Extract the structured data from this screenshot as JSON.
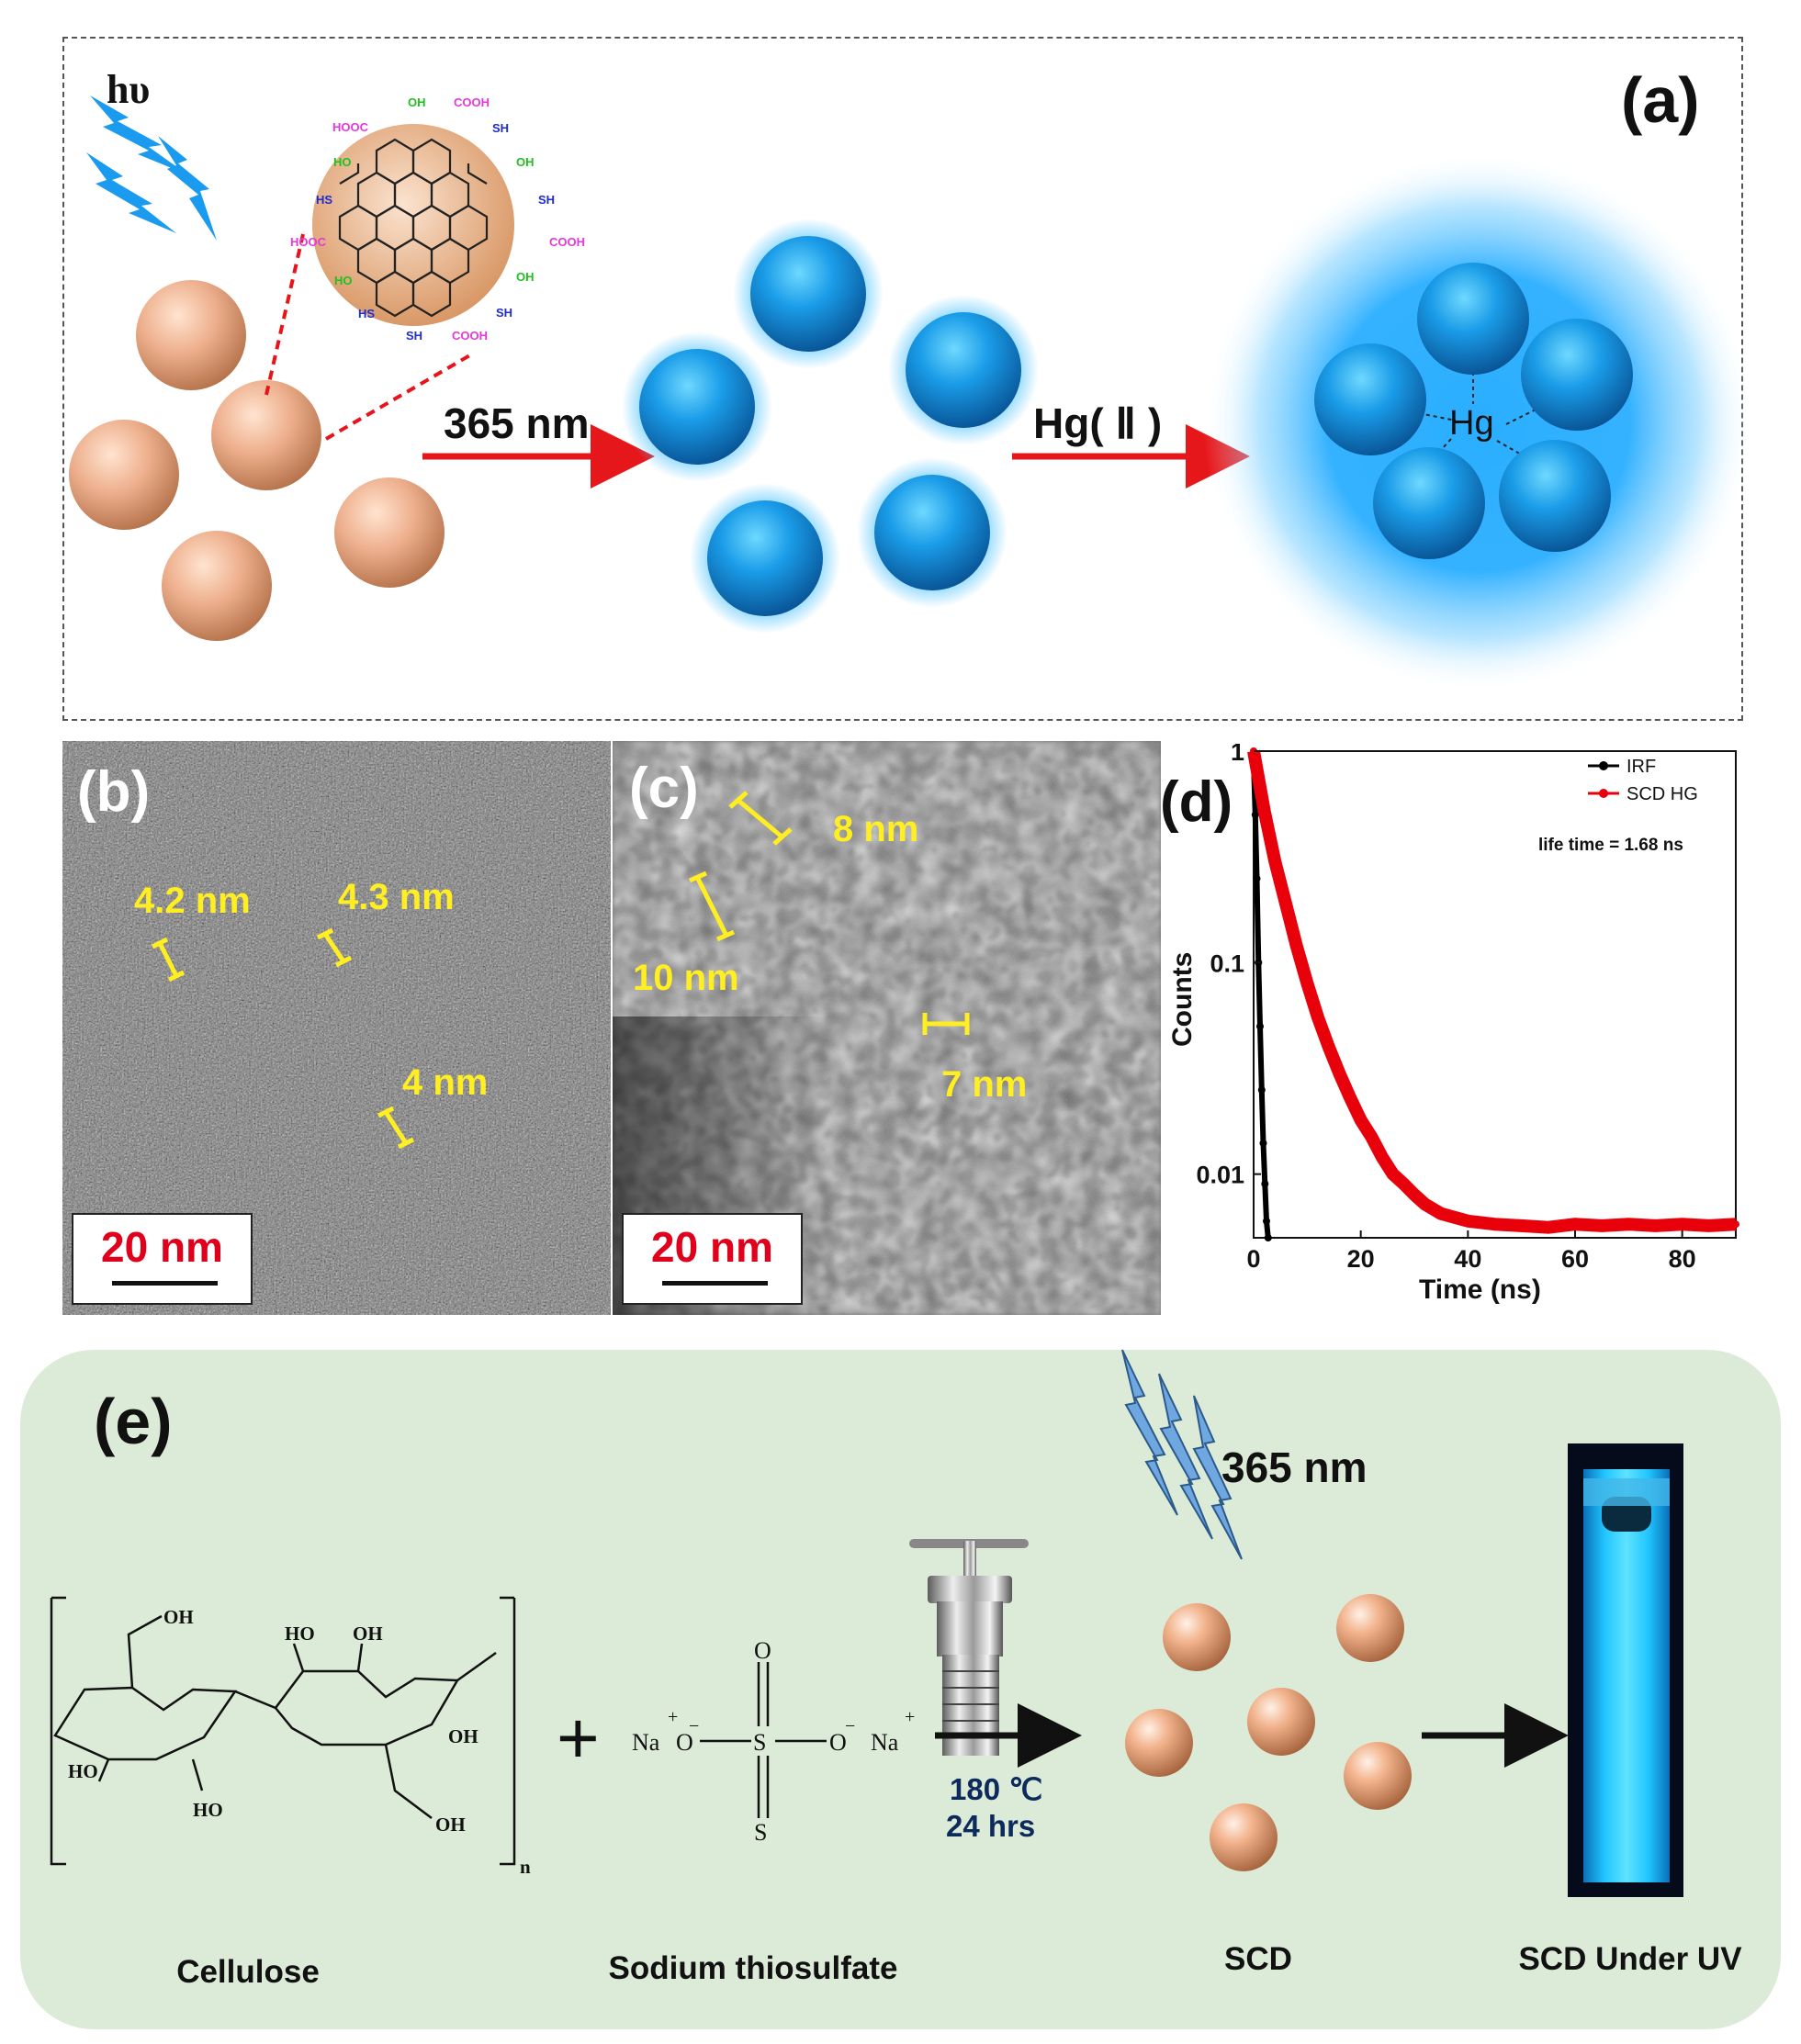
{
  "panel_a": {
    "label": "(a)",
    "light_label": "hυ",
    "step1_label": "365 nm",
    "step2_label": "Hg( Ⅱ )",
    "center_label": "Hg",
    "molecule_groups": [
      "OH",
      "COOH",
      "HOOC",
      "SH",
      "HO",
      "OH",
      "HS",
      "SH",
      "HOOC",
      "COOH",
      "HO",
      "OH",
      "HS",
      "SH",
      "SH",
      "COOH"
    ],
    "colors": {
      "accent_blue": "#1aa3ef",
      "sphere_tan": "#e5a27c",
      "arrow_red": "#e6171b"
    }
  },
  "panel_b": {
    "label": "(b)",
    "annotations": [
      "4.2 nm",
      "4.3 nm",
      "4 nm"
    ],
    "scale_bar": "20 nm"
  },
  "panel_c": {
    "label": "(c)",
    "annotations": [
      "8 nm",
      "10 nm",
      "7 nm"
    ],
    "scale_bar": "20 nm"
  },
  "panel_d": {
    "label": "(d)",
    "lifetime_text": "life time = 1.68 ns"
  },
  "chart_data": {
    "type": "scatter",
    "title": "",
    "xlabel": "Time (ns)",
    "ylabel": "Counts",
    "xlim": [
      0,
      90
    ],
    "ylim": [
      0.005,
      1
    ],
    "yscale": "log",
    "x_ticks": [
      "0",
      "20",
      "40",
      "60",
      "80"
    ],
    "y_ticks": [
      "1",
      "0.1",
      "0.01"
    ],
    "legend_position": "top-right",
    "series": [
      {
        "name": "IRF",
        "color": "#000000",
        "x": [
          0,
          0.3,
          0.6,
          0.9,
          1.2,
          1.5,
          1.8,
          2.1,
          2.4,
          2.7
        ],
        "y": [
          0.9,
          0.5,
          0.25,
          0.1,
          0.05,
          0.025,
          0.014,
          0.009,
          0.006,
          0.005
        ]
      },
      {
        "name": "SCD HG",
        "color": "#e8000b",
        "x": [
          0,
          2,
          4,
          6,
          8,
          10,
          12,
          14,
          16,
          18,
          20,
          22,
          24,
          26,
          28,
          30,
          32,
          35,
          40,
          45,
          50,
          55,
          60,
          65,
          70,
          75,
          80,
          85,
          90
        ],
        "y": [
          1,
          0.52,
          0.3,
          0.19,
          0.12,
          0.08,
          0.055,
          0.04,
          0.03,
          0.023,
          0.018,
          0.015,
          0.012,
          0.01,
          0.009,
          0.008,
          0.0072,
          0.0065,
          0.006,
          0.0058,
          0.0057,
          0.0056,
          0.0058,
          0.0057,
          0.0058,
          0.0057,
          0.0058,
          0.0057,
          0.0058
        ]
      }
    ]
  },
  "panel_e": {
    "label": "(e)",
    "light_label": "365 nm",
    "condition_temp": "180 ℃",
    "condition_time": "24 hrs",
    "plus": "+",
    "captions": [
      "Cellulose",
      "Sodium thiosulfate",
      "SCD",
      "SCD Under UV"
    ],
    "cellulose_groups": [
      "OH",
      "HO",
      "HO",
      "OH",
      "HO",
      "OH",
      "OH",
      "n"
    ],
    "thiosulfate_atoms": [
      "O",
      "S",
      "S",
      "O",
      "Na",
      "O",
      "Na",
      "+",
      "−",
      "−",
      "+"
    ]
  }
}
